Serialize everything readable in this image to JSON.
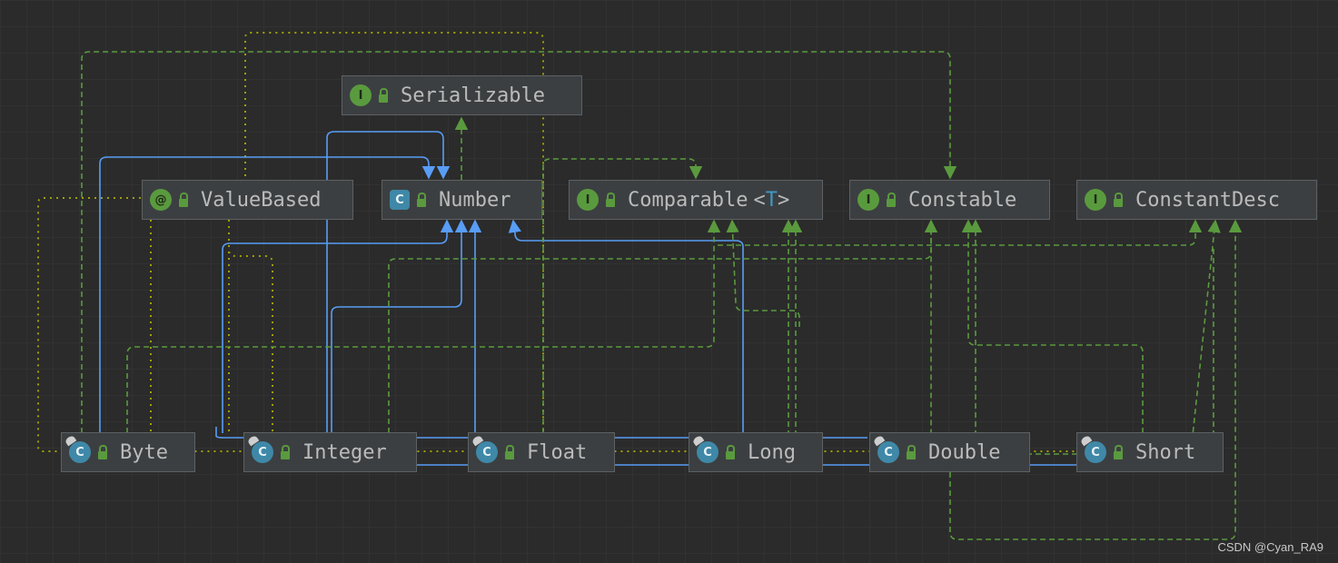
{
  "diagram": {
    "colors": {
      "background": "#2b2b2b",
      "extends_edge": "#589df6",
      "implements_edge": "#5a9a3e",
      "dotted_edge": "#a0a000",
      "node_fill": "#3c3f41",
      "node_border": "#5e6163",
      "node_text": "#bbbbbb"
    },
    "nodes": {
      "serializable": {
        "label": "Serializable",
        "kind": "interface",
        "badge": "I"
      },
      "valuebased": {
        "label": "ValueBased",
        "kind": "annotation",
        "badge": "@"
      },
      "number": {
        "label": "Number",
        "kind": "abstract-class",
        "badge": "C"
      },
      "comparable": {
        "label": "Comparable",
        "kind": "interface",
        "badge": "I",
        "type_param": "T",
        "lt": "<",
        "gt": ">"
      },
      "constable": {
        "label": "Constable",
        "kind": "interface",
        "badge": "I"
      },
      "constantdesc": {
        "label": "ConstantDesc",
        "kind": "interface",
        "badge": "I"
      },
      "byte": {
        "label": "Byte",
        "kind": "final-class",
        "badge": "C"
      },
      "integer": {
        "label": "Integer",
        "kind": "final-class",
        "badge": "C"
      },
      "float": {
        "label": "Float",
        "kind": "final-class",
        "badge": "C"
      },
      "long": {
        "label": "Long",
        "kind": "final-class",
        "badge": "C"
      },
      "double": {
        "label": "Double",
        "kind": "final-class",
        "badge": "C"
      },
      "short": {
        "label": "Short",
        "kind": "final-class",
        "badge": "C"
      }
    },
    "edges": [
      {
        "from": "number",
        "to": "serializable",
        "type": "implements"
      },
      {
        "from": "byte",
        "to": "number",
        "type": "extends"
      },
      {
        "from": "integer",
        "to": "number",
        "type": "extends"
      },
      {
        "from": "float",
        "to": "number",
        "type": "extends"
      },
      {
        "from": "long",
        "to": "number",
        "type": "extends"
      },
      {
        "from": "double",
        "to": "number",
        "type": "extends"
      },
      {
        "from": "short",
        "to": "number",
        "type": "extends"
      },
      {
        "from": "byte",
        "to": "comparable",
        "type": "implements"
      },
      {
        "from": "integer",
        "to": "comparable",
        "type": "implements"
      },
      {
        "from": "float",
        "to": "comparable",
        "type": "implements"
      },
      {
        "from": "long",
        "to": "comparable",
        "type": "implements"
      },
      {
        "from": "double",
        "to": "comparable",
        "type": "implements"
      },
      {
        "from": "short",
        "to": "comparable",
        "type": "implements"
      },
      {
        "from": "byte",
        "to": "constable",
        "type": "implements"
      },
      {
        "from": "integer",
        "to": "constable",
        "type": "implements"
      },
      {
        "from": "double",
        "to": "constable",
        "type": "implements"
      },
      {
        "from": "short",
        "to": "constable",
        "type": "implements"
      },
      {
        "from": "integer",
        "to": "constantdesc",
        "type": "implements"
      },
      {
        "from": "float",
        "to": "constantdesc",
        "type": "implements"
      },
      {
        "from": "long",
        "to": "constantdesc",
        "type": "implements"
      },
      {
        "from": "double",
        "to": "constantdesc",
        "type": "implements"
      },
      {
        "from": "byte",
        "to": "valuebased",
        "type": "annotated"
      },
      {
        "from": "integer",
        "to": "valuebased",
        "type": "annotated"
      },
      {
        "from": "float",
        "to": "valuebased",
        "type": "annotated"
      },
      {
        "from": "long",
        "to": "valuebased",
        "type": "annotated"
      },
      {
        "from": "double",
        "to": "valuebased",
        "type": "annotated"
      },
      {
        "from": "short",
        "to": "valuebased",
        "type": "annotated"
      }
    ]
  },
  "watermark": "CSDN @Cyan_RA9"
}
